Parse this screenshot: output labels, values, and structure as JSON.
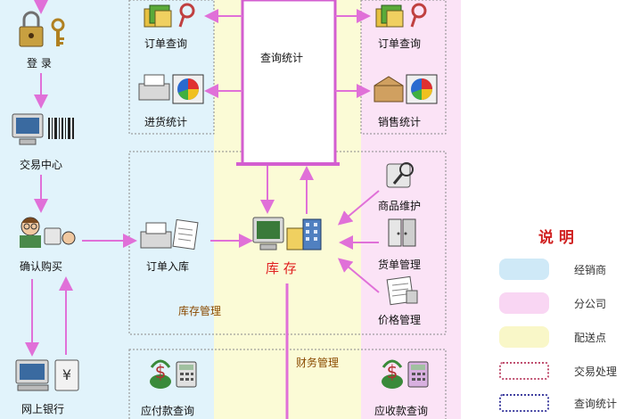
{
  "colors": {
    "distributor": "#e1f3fb",
    "branch": "#fbe3f6",
    "delivery": "#fbfbd6",
    "arrow": "#e070d8",
    "trade_box": "#c05070",
    "query_box": "#4040a0"
  },
  "left_column": {
    "login": "登  录",
    "trade_center": "交易中心",
    "confirm_buy": "确认购买",
    "online_bank": "网上银行"
  },
  "query_section": {
    "title": "查询统计",
    "order_query_left": "订单查询",
    "purchase_stats": "进货统计",
    "order_query_right": "订单查询",
    "sales_stats": "销售统计"
  },
  "inventory_section": {
    "title": "库存管理",
    "order_in": "订单入库",
    "stock": "库  存",
    "product_maintain": "商品维护",
    "goods_manage": "货单管理",
    "price_manage": "价格管理"
  },
  "finance_section": {
    "title": "财务管理",
    "payable_query": "应付款查询",
    "receivable_query": "应收款查询"
  },
  "legend": {
    "title": "说  明",
    "items": [
      {
        "label": "经销商",
        "color": "#cfe9f7",
        "kind": "fill"
      },
      {
        "label": "分公司",
        "color": "#f9d6f3",
        "kind": "fill"
      },
      {
        "label": "配送点",
        "color": "#f9f7c8",
        "kind": "fill"
      },
      {
        "label": "交易处理",
        "color": "#c05070",
        "kind": "dotted"
      },
      {
        "label": "查询统计",
        "color": "#4040a0",
        "kind": "dotted"
      }
    ]
  }
}
